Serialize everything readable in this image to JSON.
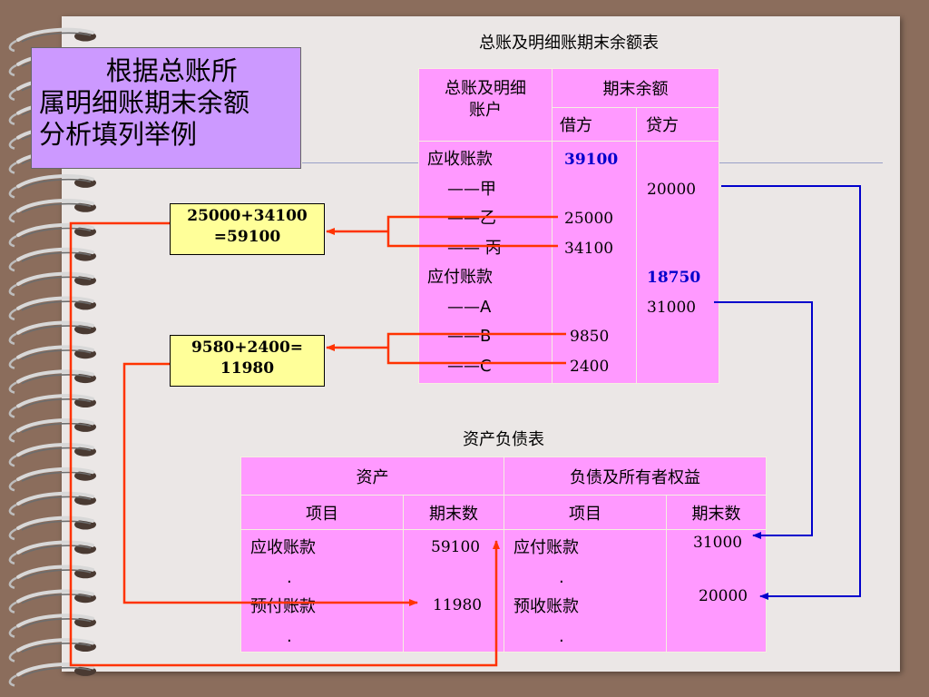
{
  "slide_title": [
    "        根据总账所",
    "属明细账期末余额",
    "分析填列举例"
  ],
  "ledger": {
    "caption": "总账及明细账期末余额表",
    "header_account": "总账及明细\n账户",
    "header_balance": "期末余额",
    "header_debit": "借方",
    "header_credit": "贷方",
    "accounts": [
      "应收账款",
      "——甲",
      "——乙",
      "—— 丙",
      "应付账款",
      "——A",
      "——B",
      "——C"
    ],
    "debit": [
      "39100",
      "",
      "25000",
      "34100",
      "",
      "",
      "9850",
      "2400"
    ],
    "credit": [
      "",
      "20000",
      "",
      "",
      "18750",
      "31000",
      "",
      ""
    ],
    "highlight_color": "#0000cc"
  },
  "calc_receivable": [
    "25000+34100",
    "=59100"
  ],
  "calc_prepaid": [
    "9580+2400=",
    "11980"
  ],
  "balance_sheet": {
    "caption": "资产负债表",
    "header_assets": "资产",
    "header_liabilities": "负债及所有者权益",
    "header_item_left": "项目",
    "header_amount_left": "期末数",
    "header_item_right": "项目",
    "header_amount_right": "期末数",
    "asset_items": [
      "应收账款",
      ".",
      "预付账款",
      "."
    ],
    "asset_amounts": [
      "59100",
      "11980"
    ],
    "liability_items": [
      "应付账款",
      ".",
      "预收账款",
      "."
    ],
    "liability_amounts": [
      "31000",
      "20000"
    ]
  },
  "colors": {
    "table_fill": "#ff99ff",
    "title_fill": "#cc99ff",
    "calc_fill": "#ffff99",
    "arrow_red": "#ff3300",
    "arrow_blue": "#0000cc"
  }
}
